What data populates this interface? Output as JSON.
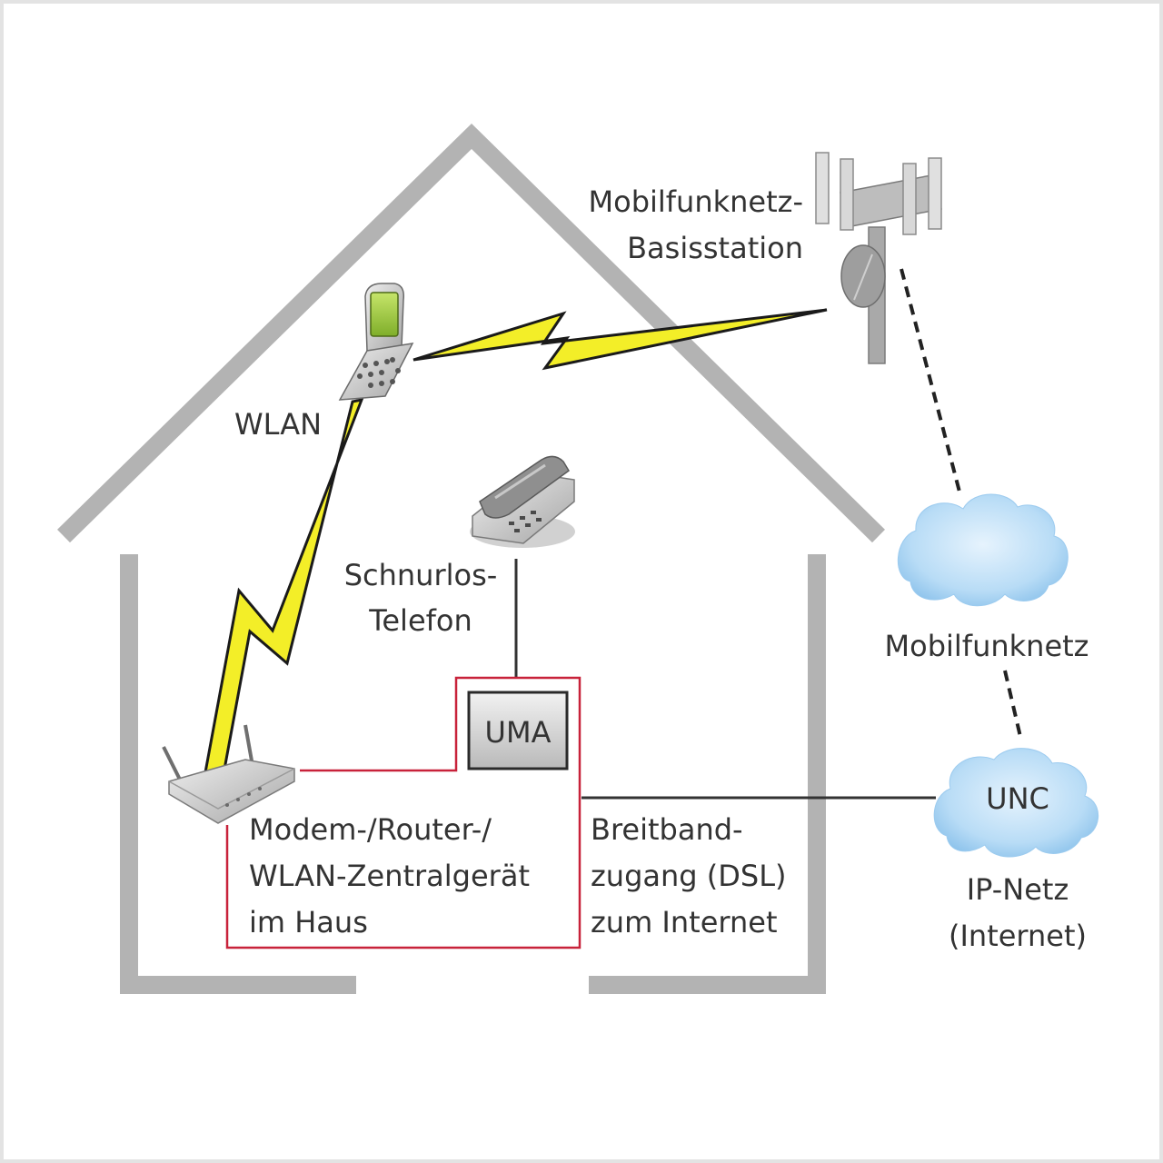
{
  "labels": {
    "base_station_line1": "Mobilfunknetz-",
    "base_station_line2": "Basisstation",
    "wlan": "WLAN",
    "cordless_line1": "Schnurlos-",
    "cordless_line2": "Telefon",
    "mobile_network": "Mobilfunknetz",
    "uma": "UMA",
    "unc": "UNC",
    "router_line1": "Modem-/Router-/",
    "router_line2": "WLAN-Zentralgerät",
    "router_line3": "im Haus",
    "broadband_line1": "Breitband-",
    "broadband_line2": "zugang (DSL)",
    "broadband_line3": "zum Internet",
    "ipnet_line1": "IP-Netz",
    "ipnet_line2": "(Internet)"
  },
  "colors": {
    "house_outline": "#b3b3b3",
    "lightning": "#f3ee28",
    "red_frame": "#c8223a",
    "cloud": "#b8dcf6",
    "line": "#333333"
  },
  "icons": [
    "house-outline",
    "flip-phone-icon",
    "cordless-phone-icon",
    "router-icon",
    "base-station-icon",
    "cloud-icon",
    "lightning-icon"
  ]
}
